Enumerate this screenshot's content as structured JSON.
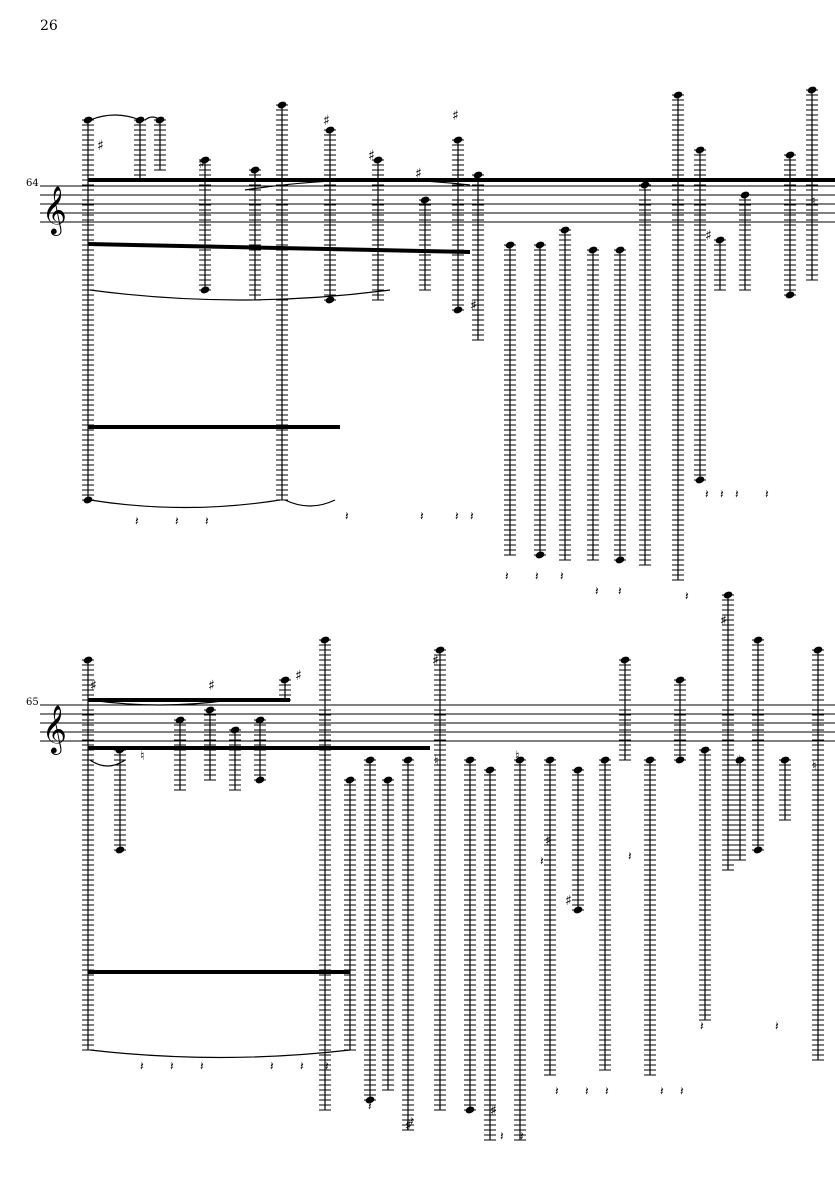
{
  "page": {
    "number": "26"
  },
  "systems": [
    {
      "measure_number": "64"
    },
    {
      "measure_number": "65"
    }
  ],
  "colors": {
    "ink": "#000000",
    "paper": "#ffffff"
  },
  "glyphs": {
    "sharp": "♯",
    "natural": "♮",
    "rest": "𝄽",
    "clef": "𝄞"
  }
}
